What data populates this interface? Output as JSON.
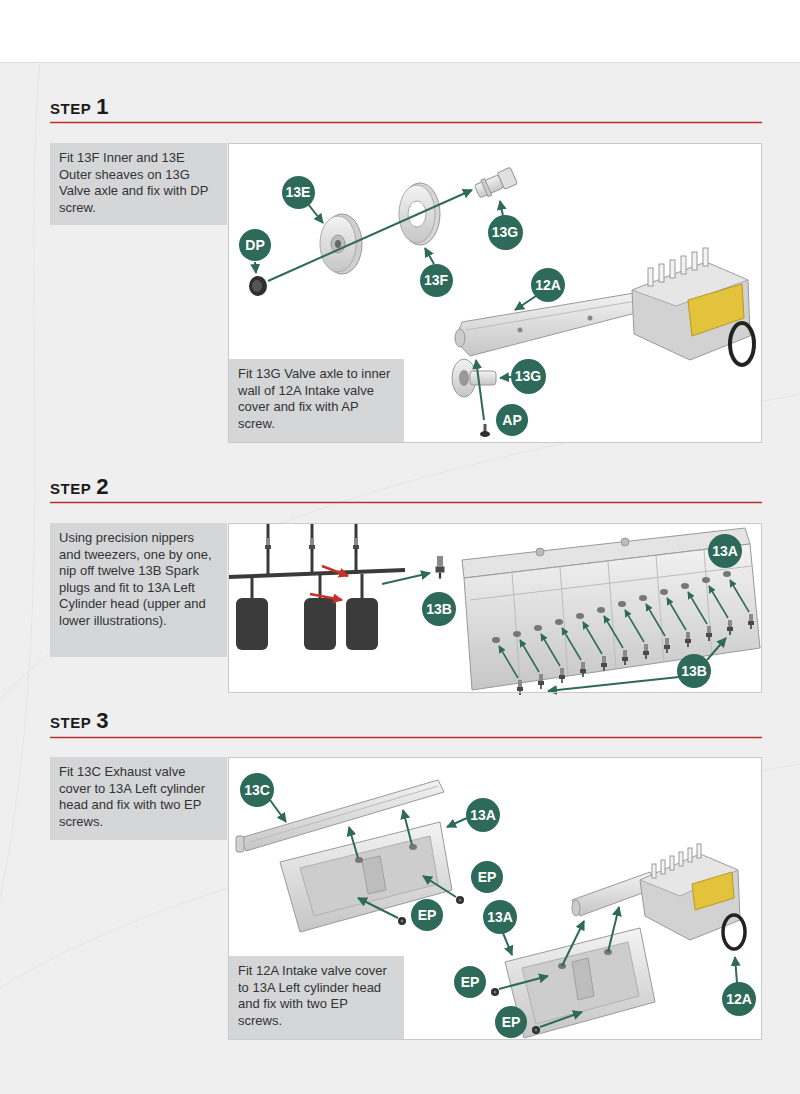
{
  "diagram": {
    "nodes": [
      {
        "text": [
          "STEP",
          "1"
        ]
      },
      {
        "text": [
          "Fit 13F Inner and 13E Outer sheaves on 13G Valve axle and fix with DP screw."
        ]
      },
      {
        "text": [
          "13E"
        ],
        "in": 0
      },
      {
        "text": [
          "DP"
        ],
        "in": 0
      },
      {
        "text": [
          "13G"
        ],
        "in": 0
      },
      {
        "text": [
          "13F"
        ],
        "in": 0
      },
      {
        "text": [
          "12A"
        ],
        "in": 0
      },
      {
        "text": [
          "Fit 13G Valve axle to inner wall of 12A Intake valve cover and fix with AP screw."
        ],
        "in": 0
      },
      {
        "text": [
          "13G"
        ],
        "in": 0
      },
      {
        "text": [
          "AP"
        ],
        "in": 0
      },
      {
        "text": [
          "STEP",
          "2"
        ]
      },
      {
        "text": [
          "Using precision nippers and tweezers, one by one, nip off twelve 13B Spark plugs and fit to 13A Left Cylinder head (upper and lower illustrations)."
        ]
      },
      {
        "text": [
          "13A"
        ],
        "in": 10
      },
      {
        "text": [
          "13B"
        ],
        "in": 10
      },
      {
        "text": [
          "13B"
        ],
        "in": 10
      },
      {
        "text": [
          "STEP",
          "3"
        ]
      },
      {
        "text": [
          "Fit 13C Exhaust valve cover to 13A Left cylinder head and fix with two EP screws."
        ]
      },
      {
        "text": [
          "13C"
        ],
        "in": 15
      },
      {
        "text": [
          "13A"
        ],
        "in": 15
      },
      {
        "text": [
          "EP"
        ],
        "in": 15
      },
      {
        "text": [
          "EP"
        ],
        "in": 15
      },
      {
        "text": [
          "13A"
        ],
        "in": 15
      },
      {
        "text": [
          "Fit 12A Intake valve cover to 13A Left cylinder head and fix with two EP screws."
        ],
        "in": 15
      },
      {
        "text": [
          "EP"
        ],
        "in": 15
      },
      {
        "text": [
          "12A"
        ],
        "in": 15
      },
      {
        "text": [
          "EP"
        ],
        "in": 15
      }
    ]
  }
}
